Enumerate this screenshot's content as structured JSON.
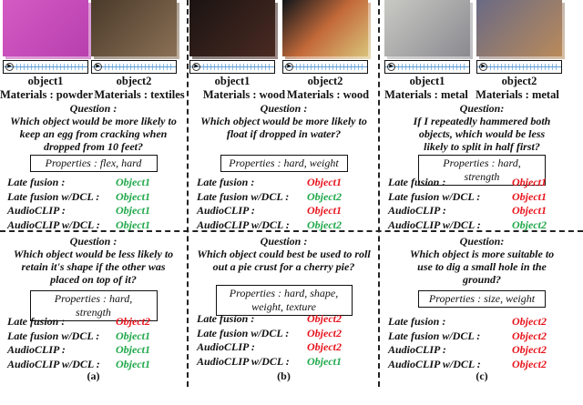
{
  "colors": {
    "correct": "#1fa84a",
    "wrong": "#e8141c"
  },
  "panels": [
    {
      "label": "(a)",
      "objects": [
        {
          "name": "object1",
          "material": "Materials : powder"
        },
        {
          "name": "object2",
          "material": "Materials : textiles"
        }
      ],
      "top": {
        "question_title": "Question :",
        "question": [
          "Which object would be more likely to",
          "keep an egg from cracking when",
          "dropped from 10 feet?"
        ],
        "properties": [
          "Properties : flex, hard"
        ],
        "results": [
          {
            "model": "Late fusion :",
            "answer": "Object1",
            "correct": true
          },
          {
            "model": "Late fusion w/DCL :",
            "answer": "Object1",
            "correct": true
          },
          {
            "model": "AudioCLIP :",
            "answer": "Object1",
            "correct": true
          },
          {
            "model": "AudioCLIP w/DCL :",
            "answer": "Object1",
            "correct": true
          }
        ]
      },
      "bottom": {
        "question_title": "Question :",
        "question": [
          "Which object would be less likely to",
          "retain it's shape if the other was",
          "placed on top of it?"
        ],
        "properties": [
          "Properties : hard, strength"
        ],
        "results": [
          {
            "model": "Late fusion :",
            "answer": "Object2",
            "correct": false
          },
          {
            "model": "Late fusion w/DCL :",
            "answer": "Object1",
            "correct": true
          },
          {
            "model": "AudioCLIP :",
            "answer": "Object1",
            "correct": true
          },
          {
            "model": "AudioCLIP w/DCL :",
            "answer": "Object1",
            "correct": true
          }
        ]
      }
    },
    {
      "label": "(b)",
      "objects": [
        {
          "name": "object1",
          "material": "Materials : wood"
        },
        {
          "name": "object2",
          "material": "Materials : wood"
        }
      ],
      "top": {
        "question_title": "Question :",
        "question": [
          "Which object would be more likely to",
          "float if dropped in water?"
        ],
        "properties": [
          "Properties : hard, weight"
        ],
        "results": [
          {
            "model": "Late fusion :",
            "answer": "Object1",
            "correct": false
          },
          {
            "model": "Late fusion w/DCL :",
            "answer": "Object2",
            "correct": true
          },
          {
            "model": "AudioCLIP :",
            "answer": "Object1",
            "correct": false
          },
          {
            "model": "AudioCLIP w/DCL :",
            "answer": "Object2",
            "correct": true
          }
        ]
      },
      "bottom": {
        "question_title": "Question :",
        "question": [
          "Which object could best be used to roll",
          "out a pie crust for a cherry pie?"
        ],
        "properties": [
          "Properties : hard, shape,",
          "weight, texture"
        ],
        "results": [
          {
            "model": "Late fusion :",
            "answer": "Object2",
            "correct": false
          },
          {
            "model": "Late fusion w/DCL :",
            "answer": "Object2",
            "correct": false
          },
          {
            "model": "AudioCLIP :",
            "answer": "Object2",
            "correct": false
          },
          {
            "model": "AudioCLIP w/DCL :",
            "answer": "Object1",
            "correct": true
          }
        ]
      }
    },
    {
      "label": "(c)",
      "objects": [
        {
          "name": "object1",
          "material": "Materials : metal"
        },
        {
          "name": "object2",
          "material": "Materials : metal"
        }
      ],
      "top": {
        "question_title": "Question:",
        "question": [
          "If I repeatedly hammered both",
          "objects, which would be less",
          "likely to split in half first?"
        ],
        "properties": [
          "Properties : hard, strength"
        ],
        "results": [
          {
            "model": "Late fusion :",
            "answer": "Object1",
            "correct": false
          },
          {
            "model": "Late fusion w/DCL :",
            "answer": "Object1",
            "correct": false
          },
          {
            "model": "AudioCLIP :",
            "answer": "Object1",
            "correct": false
          },
          {
            "model": "AudioCLIP w/DCL :",
            "answer": "Object2",
            "correct": true
          }
        ]
      },
      "bottom": {
        "question_title": "Question:",
        "question": [
          "Which object is more suitable to",
          "use to dig a small hole in the",
          "ground?"
        ],
        "properties": [
          "Properties : size, weight"
        ],
        "results": [
          {
            "model": "Late fusion :",
            "answer": "Object2",
            "correct": false
          },
          {
            "model": "Late fusion w/DCL :",
            "answer": "Object2",
            "correct": false
          },
          {
            "model": "AudioCLIP :",
            "answer": "Object2",
            "correct": false
          },
          {
            "model": "AudioCLIP w/DCL :",
            "answer": "Object2",
            "correct": false
          }
        ]
      }
    }
  ]
}
